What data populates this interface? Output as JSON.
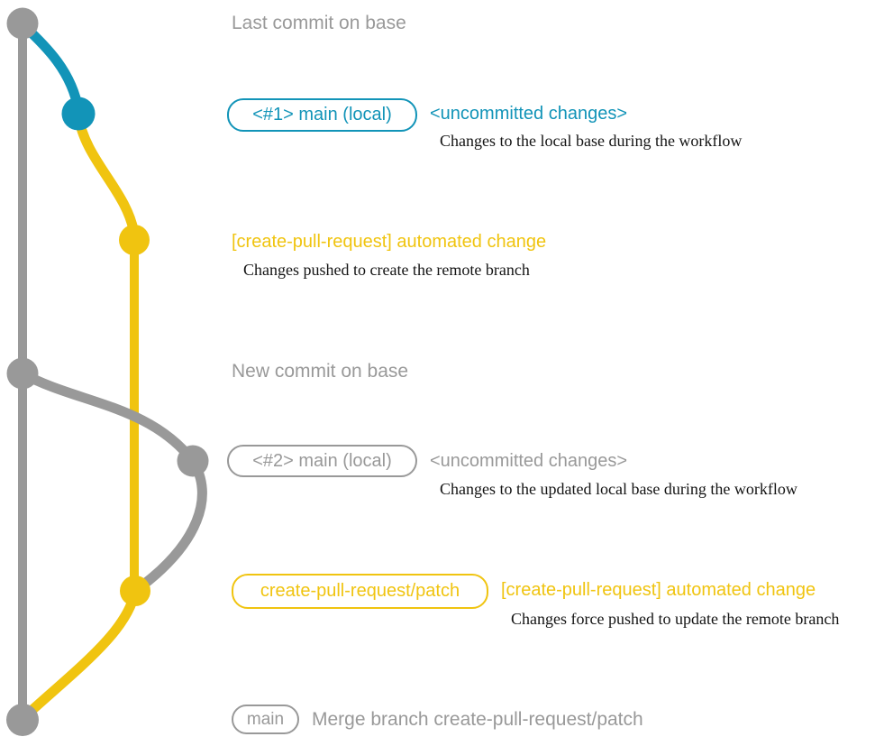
{
  "colors": {
    "base_branch_gray": "#999999",
    "local_main_blue": "#1294b8",
    "pr_branch_yellow": "#f0c410",
    "description_text": "#141414",
    "background": "#ffffff"
  },
  "graph": {
    "branches": [
      {
        "name": "base",
        "color_key": "base_branch_gray"
      },
      {
        "name": "main (local)",
        "color_key": "local_main_blue"
      },
      {
        "name": "create-pull-request/patch",
        "color_key": "pr_branch_yellow"
      }
    ],
    "commits": [
      {
        "id": "base-1",
        "label": "Last commit on base"
      },
      {
        "id": "main-local-1",
        "label": "<#1> main (local) <uncommitted changes>"
      },
      {
        "id": "patch-1",
        "label": "[create-pull-request] automated change"
      },
      {
        "id": "base-2",
        "label": "New commit on base"
      },
      {
        "id": "main-local-2",
        "label": "<#2> main (local) <uncommitted changes>"
      },
      {
        "id": "patch-2",
        "label": "create-pull-request/patch [create-pull-request] automated change"
      },
      {
        "id": "merge",
        "label": "main Merge branch create-pull-request/patch"
      }
    ]
  },
  "annotations": {
    "last_commit": "Last commit on base",
    "new_commit": "New commit on base"
  },
  "row1": {
    "badge": "<#1> main (local)",
    "title": "<uncommitted changes>",
    "desc": "Changes to the local base during the workflow"
  },
  "row2": {
    "title": "[create-pull-request] automated change",
    "desc": "Changes pushed to create the remote branch"
  },
  "row3": {
    "badge": "<#2> main (local)",
    "title": "<uncommitted changes>",
    "desc": "Changes to the updated local base during the workflow"
  },
  "row4": {
    "badge": "create-pull-request/patch",
    "title": "[create-pull-request] automated change",
    "desc": "Changes force pushed to update the remote branch"
  },
  "merge": {
    "badge": "main",
    "text": "Merge branch create-pull-request/patch"
  }
}
